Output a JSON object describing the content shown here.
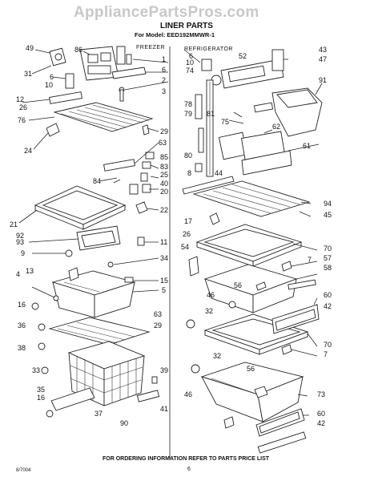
{
  "header": {
    "watermark": "AppliancePartsPros.com",
    "title": "LINER PARTS",
    "model_line": "For Model: EED192MMWR-1"
  },
  "sections": {
    "freezer": "FREEZER",
    "refrigerator": "REFRIGERATOR"
  },
  "callouts": {
    "c49": "49",
    "c86": "86",
    "c31": "31",
    "c10a": "10",
    "c6a": "6",
    "c1a": "1",
    "c6b": "6",
    "c2a": "2",
    "c3a": "3",
    "c12": "12",
    "c26a": "26",
    "c76": "76",
    "c24": "24",
    "c29a": "29",
    "c63a": "63",
    "c84": "84",
    "c85": "85",
    "c83": "83",
    "c25": "25",
    "c40": "40",
    "c20": "20",
    "c21": "21",
    "c22": "22",
    "c92": "92",
    "c93": "93",
    "c11": "11",
    "c9": "9",
    "c34": "34",
    "c4": "4",
    "c13": "13",
    "c15": "15",
    "c5": "5",
    "c16a": "16",
    "c63b": "63",
    "c36": "36",
    "c29b": "29",
    "c38": "38",
    "c33": "33",
    "c39": "39",
    "c35": "35",
    "c16b": "16",
    "c37": "37",
    "c90": "90",
    "c41": "41",
    "r6": "6",
    "r10": "10",
    "r52": "52",
    "r74": "74",
    "r43": "43",
    "r47": "47",
    "r91": "91",
    "r78": "78",
    "r79": "79",
    "r81": "81",
    "r75": "75",
    "r62": "62",
    "r80": "80",
    "r61": "61",
    "r8": "8",
    "r44": "44",
    "r94": "94",
    "r45": "45",
    "r17": "17",
    "r26": "26",
    "r54": "54",
    "r70a": "70",
    "r57": "57",
    "r7a": "7",
    "r58": "58",
    "r56a": "56",
    "r46a": "46",
    "r60a": "60",
    "r42a": "42",
    "r32a": "32",
    "r70b": "70",
    "r7b": "7",
    "r32b": "32",
    "r56b": "56",
    "r73": "73",
    "r46b": "46",
    "r60b": "60",
    "r42b": "42"
  },
  "footer": {
    "note": "FOR ORDERING INFORMATION REFER TO PARTS PRICE LIST",
    "doc_code": "8/7004",
    "page": "6"
  }
}
